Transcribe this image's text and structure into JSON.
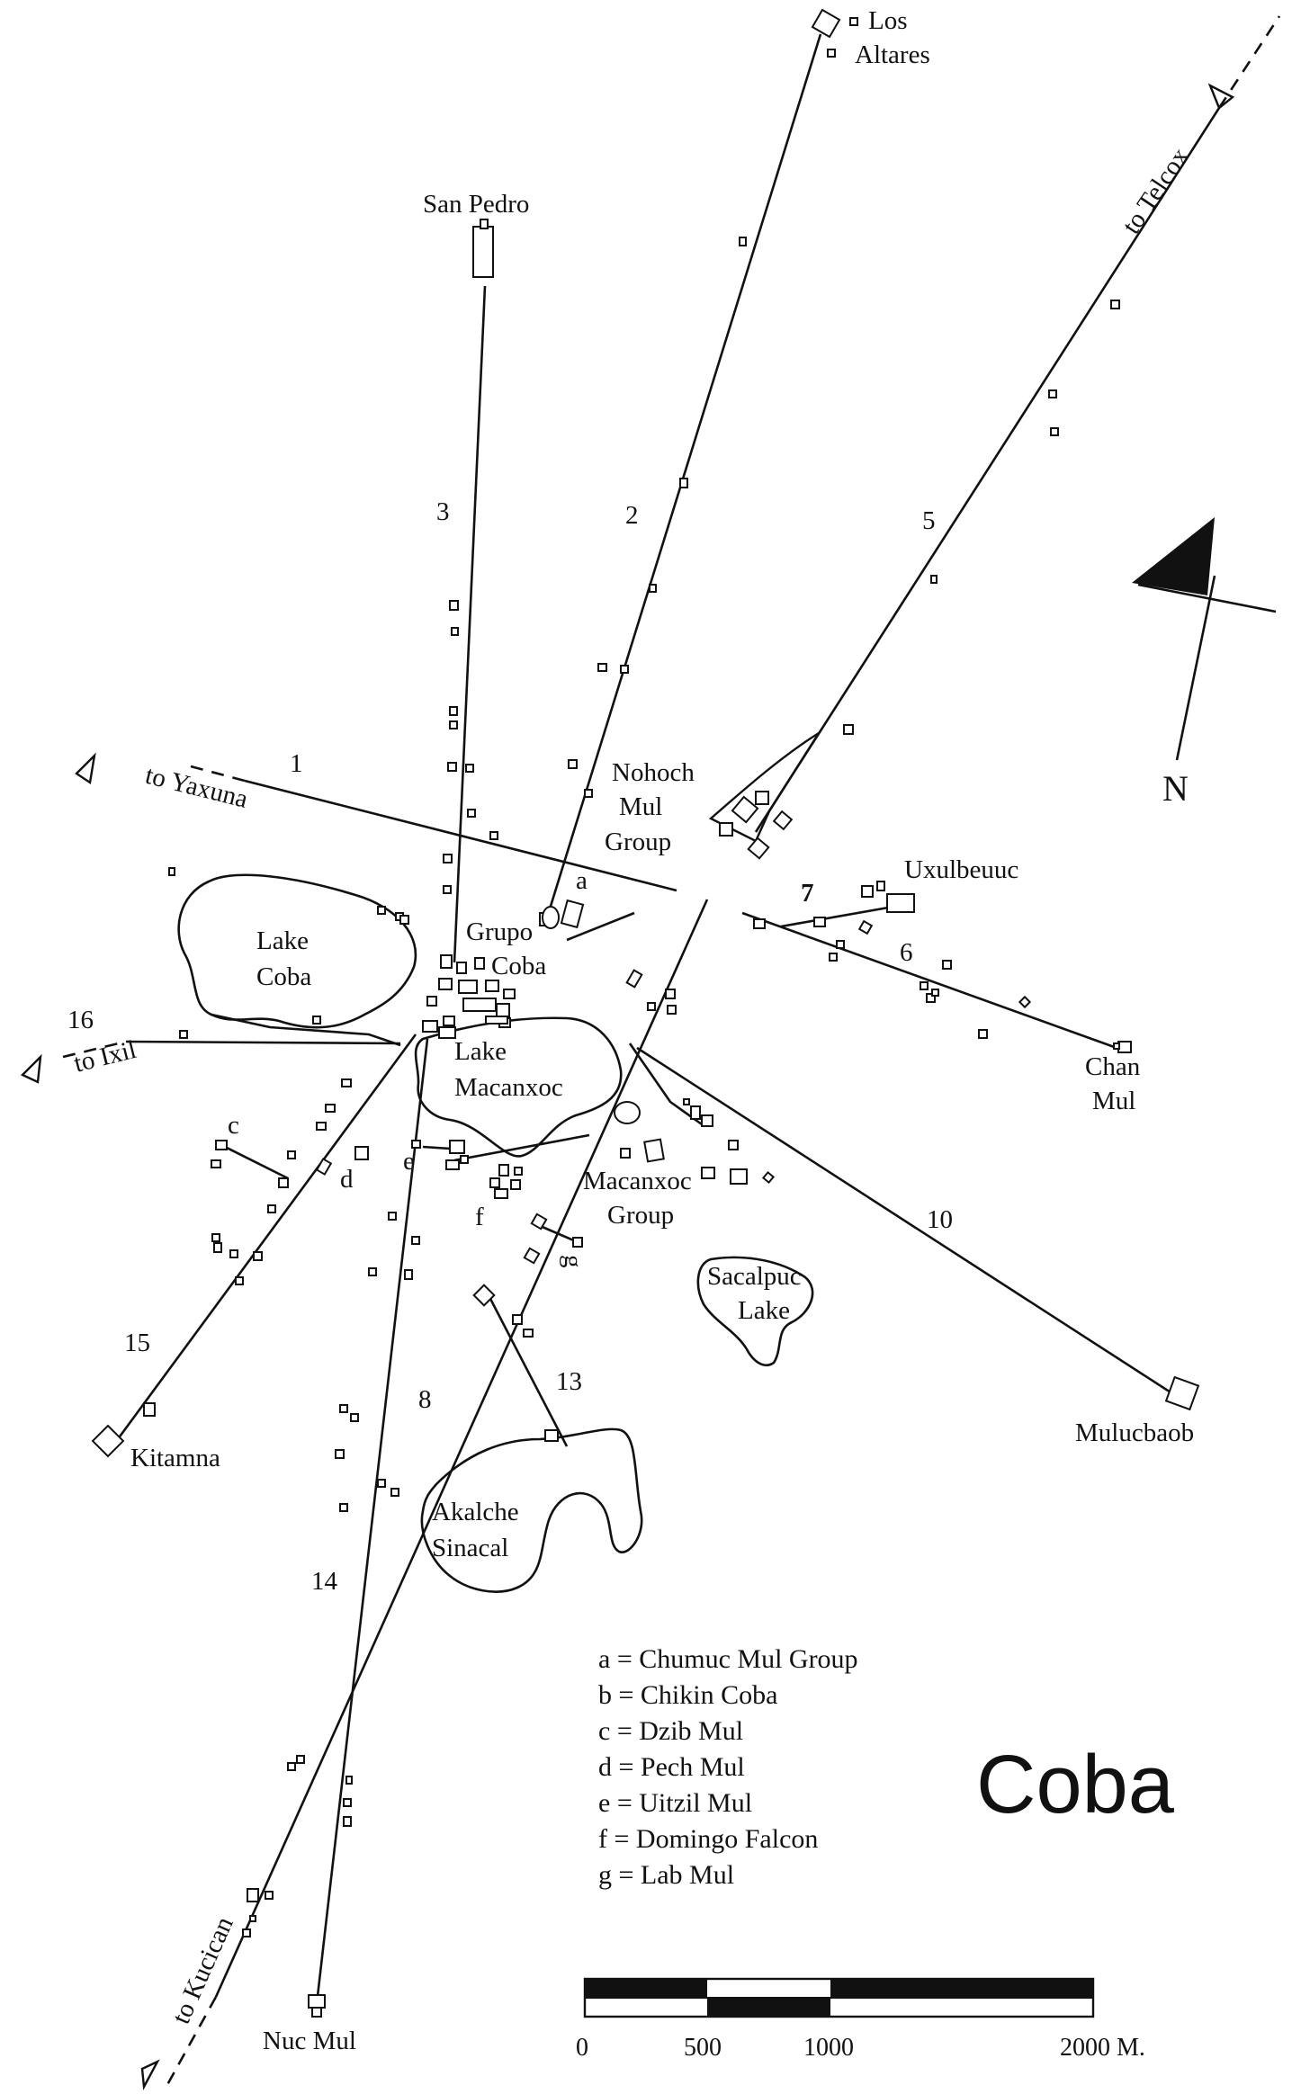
{
  "map": {
    "title": "Coba",
    "north_label": "N",
    "sites": {
      "los_altares_1": "Los",
      "los_altares_2": "Altares",
      "san_pedro": "San Pedro",
      "nohoch_1": "Nohoch",
      "nohoch_2": "Mul",
      "nohoch_3": "Group",
      "uxulbeuuc": "Uxulbeuuc",
      "grupo_1": "Grupo",
      "grupo_2": "Coba",
      "chan_1": "Chan",
      "chan_2": "Mul",
      "macanxoc_group_1": "Macanxoc",
      "macanxoc_group_2": "Group",
      "kitamna": "Kitamna",
      "mulucbaob": "Mulucbaob",
      "nuc_mul": "Nuc Mul"
    },
    "lakes": {
      "coba_1": "Lake",
      "coba_2": "Coba",
      "macanxoc_1": "Lake",
      "macanxoc_2": "Macanxoc",
      "sacalpuc_1": "Sacalpuc",
      "sacalpuc_2": "Lake",
      "akalche_1": "Akalche",
      "akalche_2": "Sinacal"
    },
    "destinations": {
      "telcox": "to Telcox",
      "yaxuna": "to Yaxuna",
      "ixil": "to Ixil",
      "kucican": "to Kucican"
    },
    "roads": [
      "1",
      "2",
      "3",
      "5",
      "6",
      "7",
      "8",
      "10",
      "13",
      "14",
      "15",
      "16"
    ],
    "letters": {
      "a": "a",
      "c": "c",
      "d": "d",
      "e": "e",
      "f": "f",
      "g": "g"
    },
    "legend": [
      "a = Chumuc Mul Group",
      "b = Chikin Coba",
      "c = Dzib Mul",
      "d = Pech Mul",
      "e = Uitzil Mul",
      "f = Domingo Falcon",
      "g = Lab Mul"
    ],
    "scale": {
      "ticks": [
        "0",
        "500",
        "1000",
        "2000 M."
      ]
    },
    "icon": "north-arrow-icon"
  }
}
